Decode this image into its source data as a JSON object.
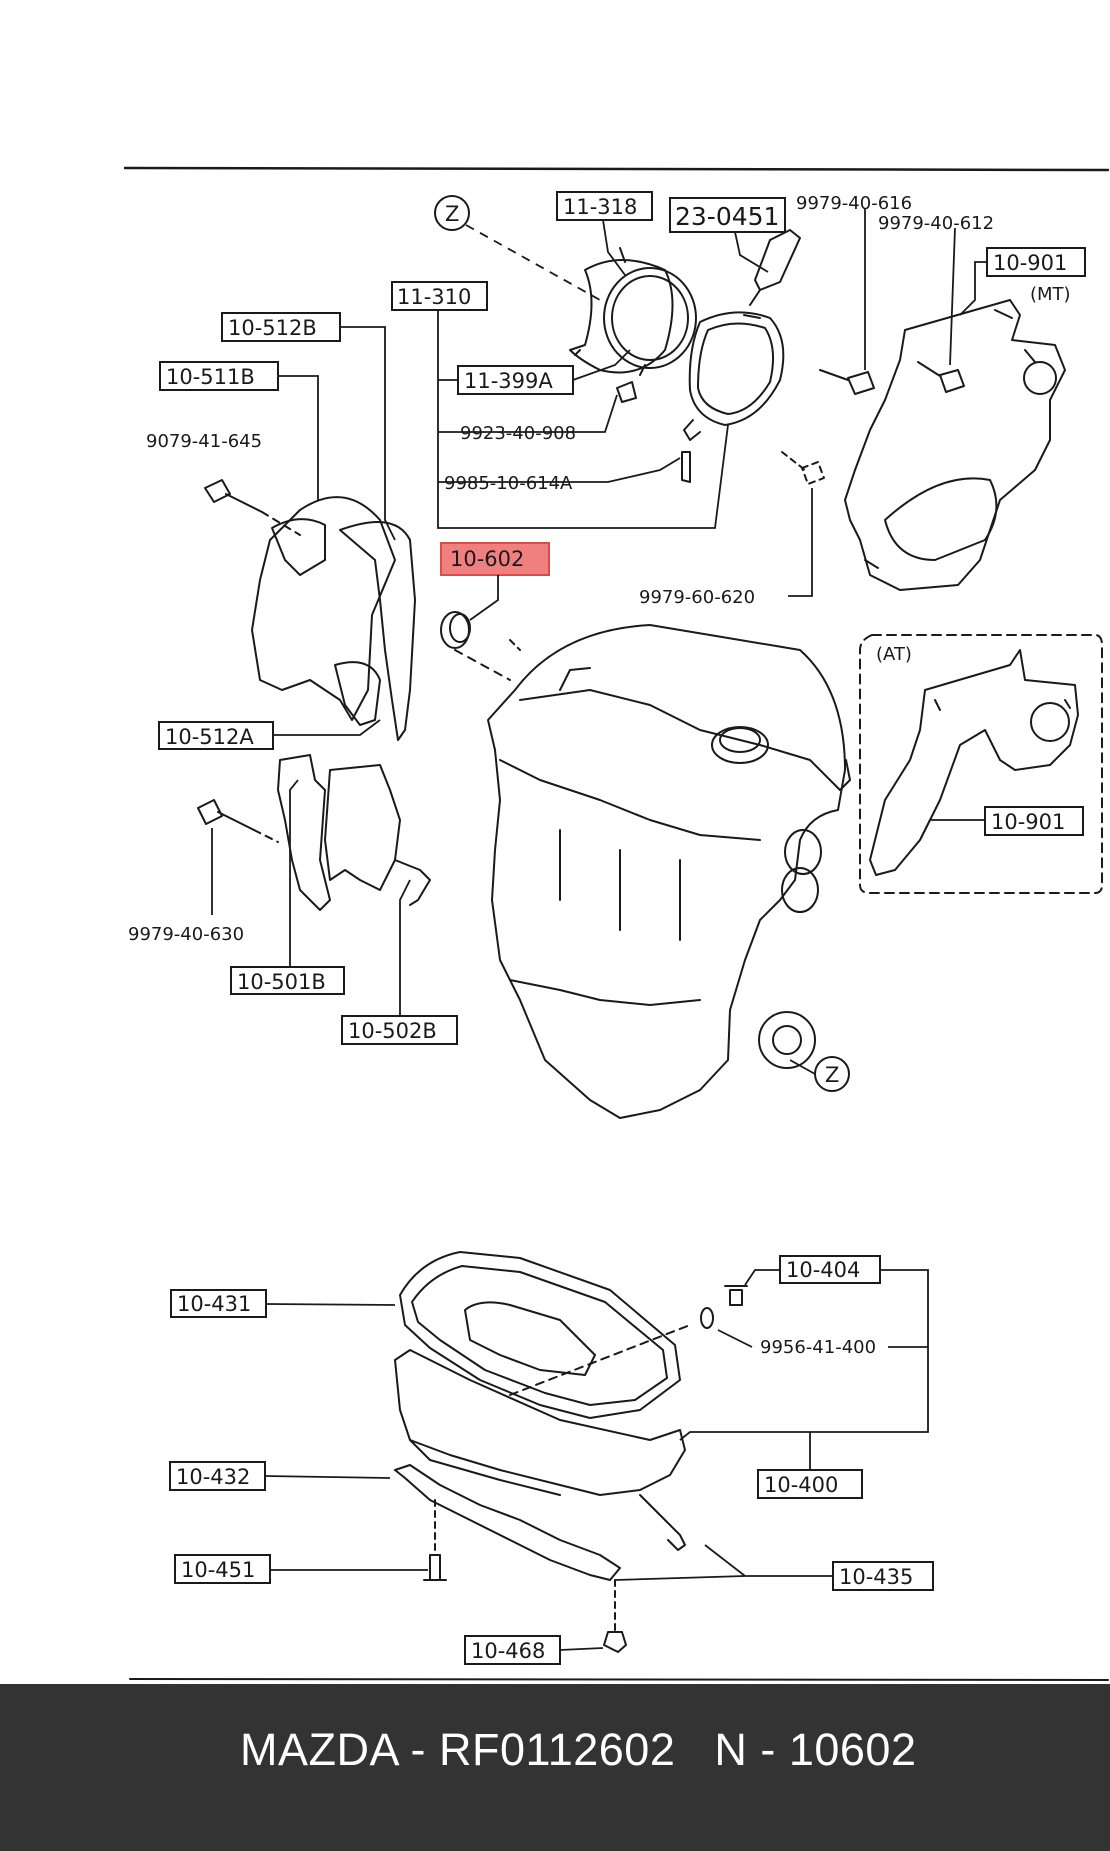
{
  "diagram": {
    "labels": {
      "p_11_318": "11-318",
      "p_23_0451": "23-0451",
      "p_9979_40_616": "9979-40-616",
      "p_9979_40_612": "9979-40-612",
      "p_10_901_mt": "10-901",
      "mt": "(MT)",
      "z_top": "Z",
      "p_11_310": "11-310",
      "p_10_512b": "10-512B",
      "p_10_511b": "10-511B",
      "p_11_399a": "11-399A",
      "p_9079_41_645": "9079-41-645",
      "p_9923_40_908": "9923-40-908",
      "p_9985_10_614a": "9985-10-614A",
      "p_10_602": "10-602",
      "p_9979_60_620": "9979-60-620",
      "at": "(AT)",
      "p_10_512a": "10-512A",
      "p_10_901_at": "10-901",
      "p_9979_40_630": "9979-40-630",
      "p_10_501b": "10-501B",
      "p_10_502b": "10-502B",
      "z_bottom": "Z",
      "p_10_431": "10-431",
      "p_10_404": "10-404",
      "p_9956_41_400": "9956-41-400",
      "p_10_432": "10-432",
      "p_10_400": "10-400",
      "p_10_451": "10-451",
      "p_10_435": "10-435",
      "p_10_468": "10-468"
    },
    "highlighted_part": "10-602",
    "highlight_color": "#f08080"
  },
  "footer": {
    "text": "MAZDA - RF0112602   N - 10602"
  }
}
